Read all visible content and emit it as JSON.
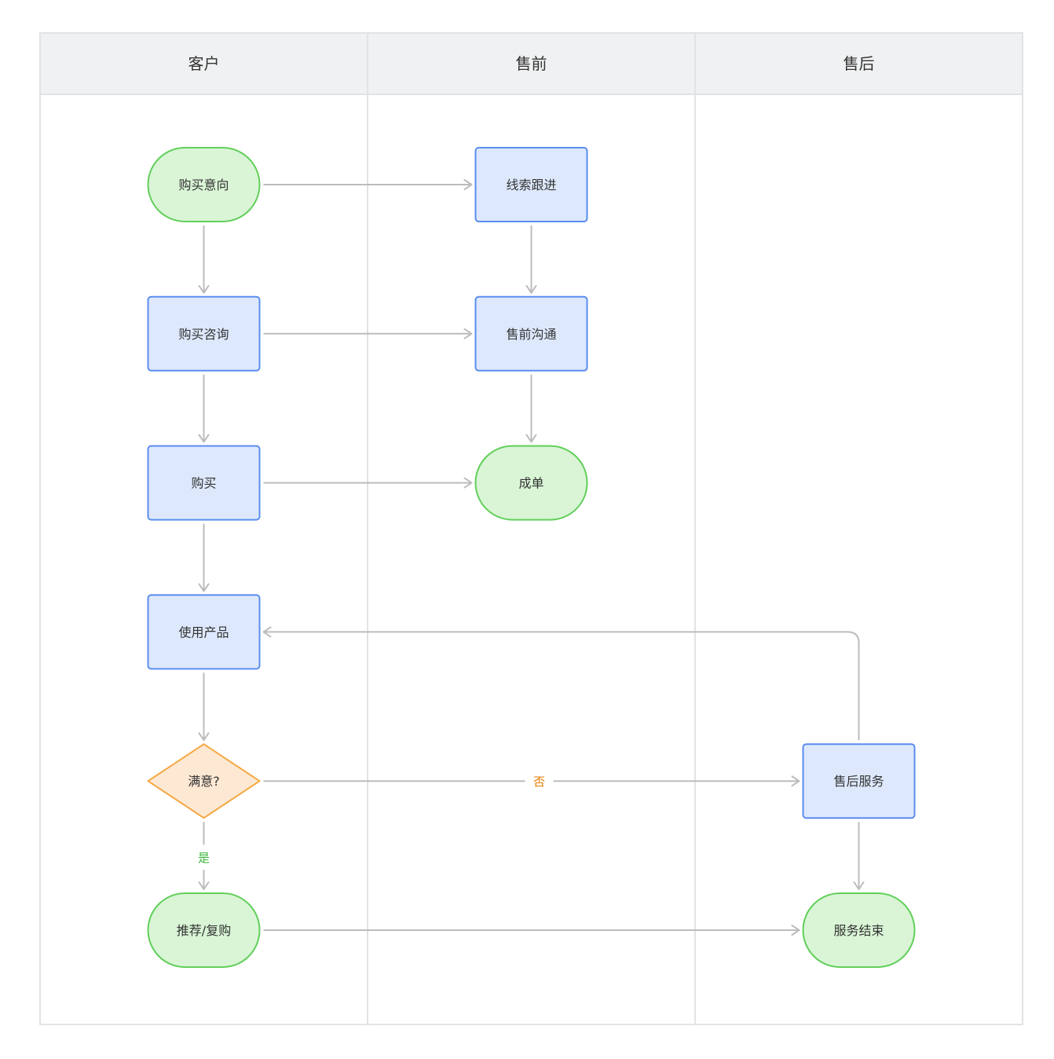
{
  "lanes": [
    {
      "id": "customer",
      "title": "客户"
    },
    {
      "id": "presales",
      "title": "售前"
    },
    {
      "id": "aftersales",
      "title": "售后"
    }
  ],
  "nodes": [
    {
      "id": "intent",
      "label": "购买意向",
      "shape": "terminal",
      "lane": "customer",
      "row": 0
    },
    {
      "id": "consult",
      "label": "购买咨询",
      "shape": "process",
      "lane": "customer",
      "row": 1
    },
    {
      "id": "buy",
      "label": "购买",
      "shape": "process",
      "lane": "customer",
      "row": 2
    },
    {
      "id": "use",
      "label": "使用产品",
      "shape": "process",
      "lane": "customer",
      "row": 3
    },
    {
      "id": "satisfied",
      "label": "满意?",
      "shape": "decision",
      "lane": "customer",
      "row": 4
    },
    {
      "id": "recommend",
      "label": "推荐/复购",
      "shape": "terminal",
      "lane": "customer",
      "row": 5
    },
    {
      "id": "lead",
      "label": "线索跟进",
      "shape": "process",
      "lane": "presales",
      "row": 0
    },
    {
      "id": "communicate",
      "label": "售前沟通",
      "shape": "process",
      "lane": "presales",
      "row": 1
    },
    {
      "id": "deal",
      "label": "成单",
      "shape": "terminal",
      "lane": "presales",
      "row": 2
    },
    {
      "id": "service",
      "label": "售后服务",
      "shape": "process",
      "lane": "aftersales",
      "row": 4
    },
    {
      "id": "service_end",
      "label": "服务结束",
      "shape": "terminal",
      "lane": "aftersales",
      "row": 5
    }
  ],
  "edges": [
    {
      "from": "intent",
      "to": "lead",
      "label": ""
    },
    {
      "from": "intent",
      "to": "consult",
      "label": ""
    },
    {
      "from": "lead",
      "to": "communicate",
      "label": ""
    },
    {
      "from": "consult",
      "to": "communicate",
      "label": ""
    },
    {
      "from": "consult",
      "to": "buy",
      "label": ""
    },
    {
      "from": "communicate",
      "to": "deal",
      "label": ""
    },
    {
      "from": "buy",
      "to": "deal",
      "label": ""
    },
    {
      "from": "buy",
      "to": "use",
      "label": ""
    },
    {
      "from": "use",
      "to": "satisfied",
      "label": ""
    },
    {
      "from": "satisfied",
      "to": "service",
      "label": "否",
      "label_color": "#e67e00"
    },
    {
      "from": "satisfied",
      "to": "recommend",
      "label": "是",
      "label_color": "#3db53d"
    },
    {
      "from": "service",
      "to": "use",
      "label": "",
      "route": "up-left"
    },
    {
      "from": "service",
      "to": "service_end",
      "label": ""
    },
    {
      "from": "recommend",
      "to": "service_end",
      "label": ""
    }
  ],
  "colors": {
    "process_fill": "#dde8fc",
    "process_stroke": "#5b8def",
    "terminal_fill": "#d9f5d6",
    "terminal_stroke": "#62cf5a",
    "decision_fill": "#fde8d3",
    "decision_stroke": "#f5a742",
    "edge": "#bcbcbc",
    "header_fill": "#f0f1f2",
    "border": "#e2e3e4"
  }
}
